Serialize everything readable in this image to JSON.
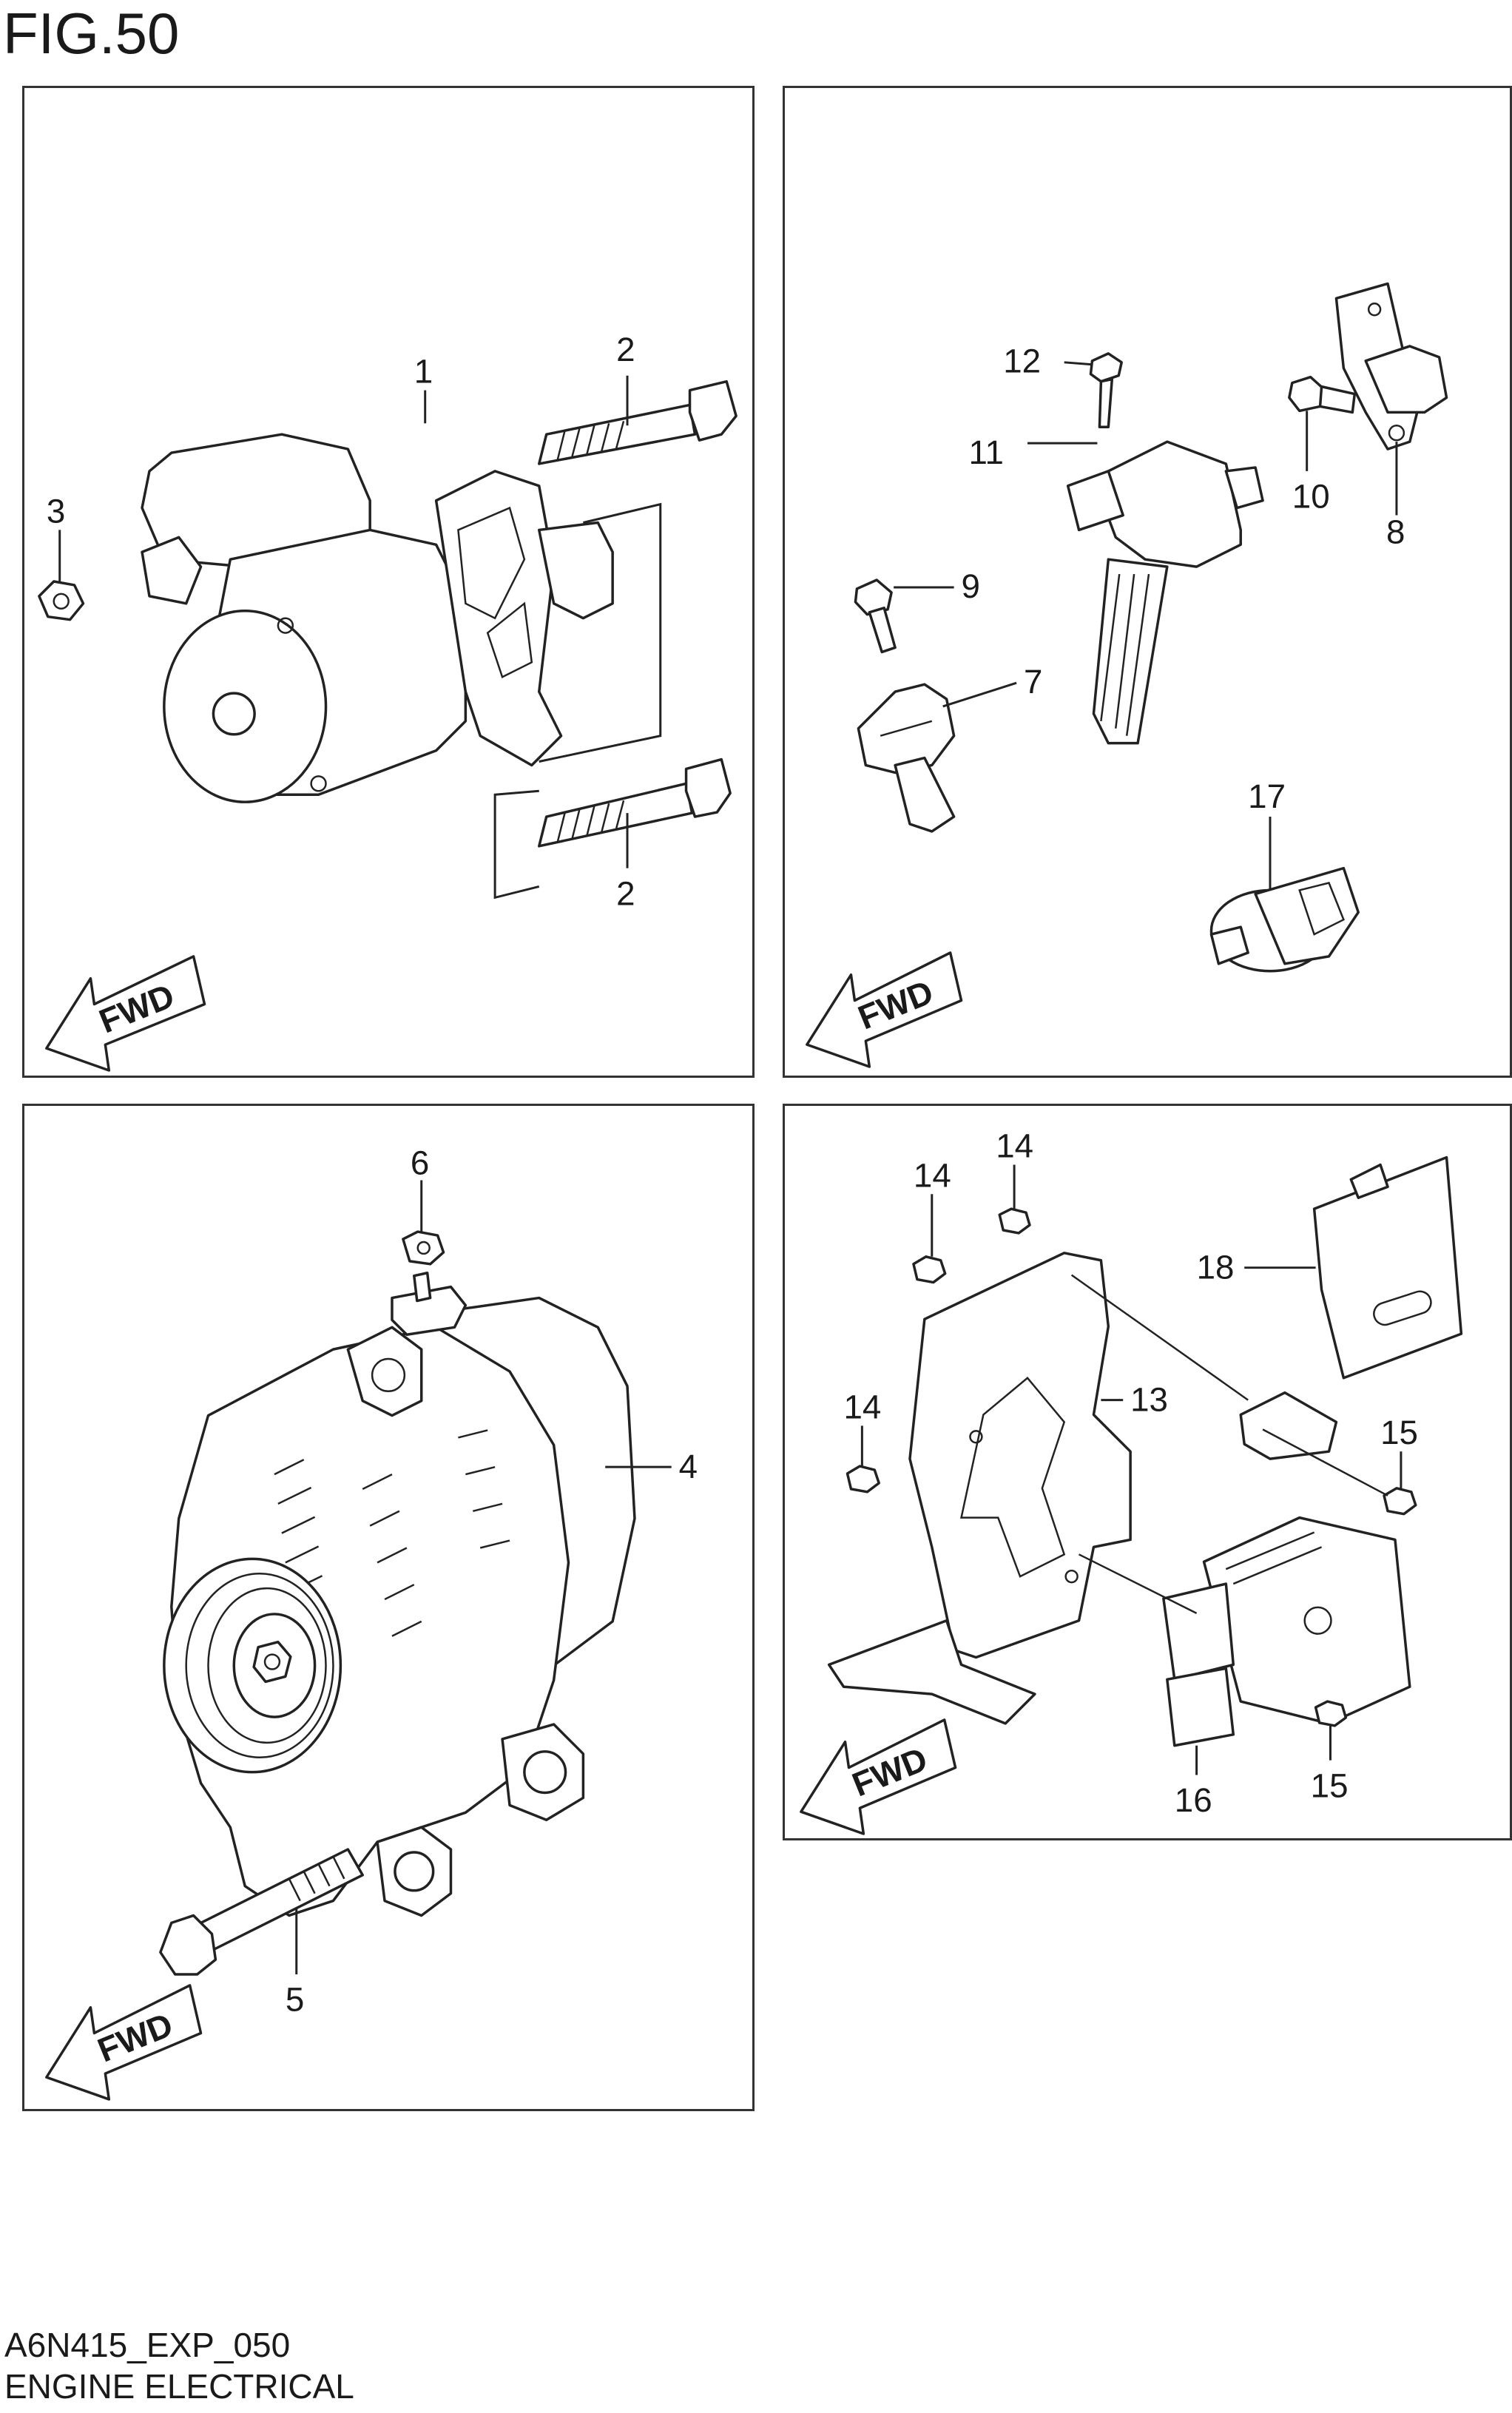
{
  "figure": {
    "title": "FIG.50"
  },
  "footer": {
    "code": "A6N415_EXP_050",
    "name": "ENGINE ELECTRICAL"
  },
  "fwd_label": "FWD",
  "panels": {
    "starter": {
      "labels": [
        "1",
        "2",
        "2",
        "3"
      ]
    },
    "sensors": {
      "labels": [
        "7",
        "8",
        "9",
        "10",
        "11",
        "12",
        "17"
      ]
    },
    "alternator": {
      "labels": [
        "4",
        "5",
        "6"
      ]
    },
    "ecm": {
      "labels": [
        "13",
        "14",
        "14",
        "14",
        "15",
        "15",
        "16",
        "18"
      ]
    }
  }
}
